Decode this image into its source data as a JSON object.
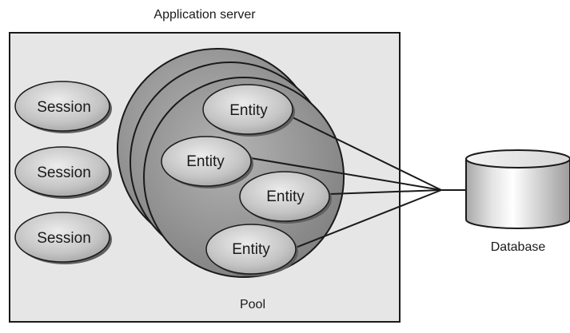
{
  "server": {
    "title": "Application server"
  },
  "sessions": [
    {
      "label": "Session"
    },
    {
      "label": "Session"
    },
    {
      "label": "Session"
    }
  ],
  "pool": {
    "label": "Pool",
    "entities": [
      {
        "label": "Entity"
      },
      {
        "label": "Entity"
      },
      {
        "label": "Entity"
      },
      {
        "label": "Entity"
      }
    ]
  },
  "database": {
    "label": "Database"
  },
  "colors": {
    "server_fill": "#e6e6e6",
    "pool_fill": "#9a9a9a",
    "node_fill": "#c8c8c8",
    "stroke": "#1a1a1a"
  }
}
